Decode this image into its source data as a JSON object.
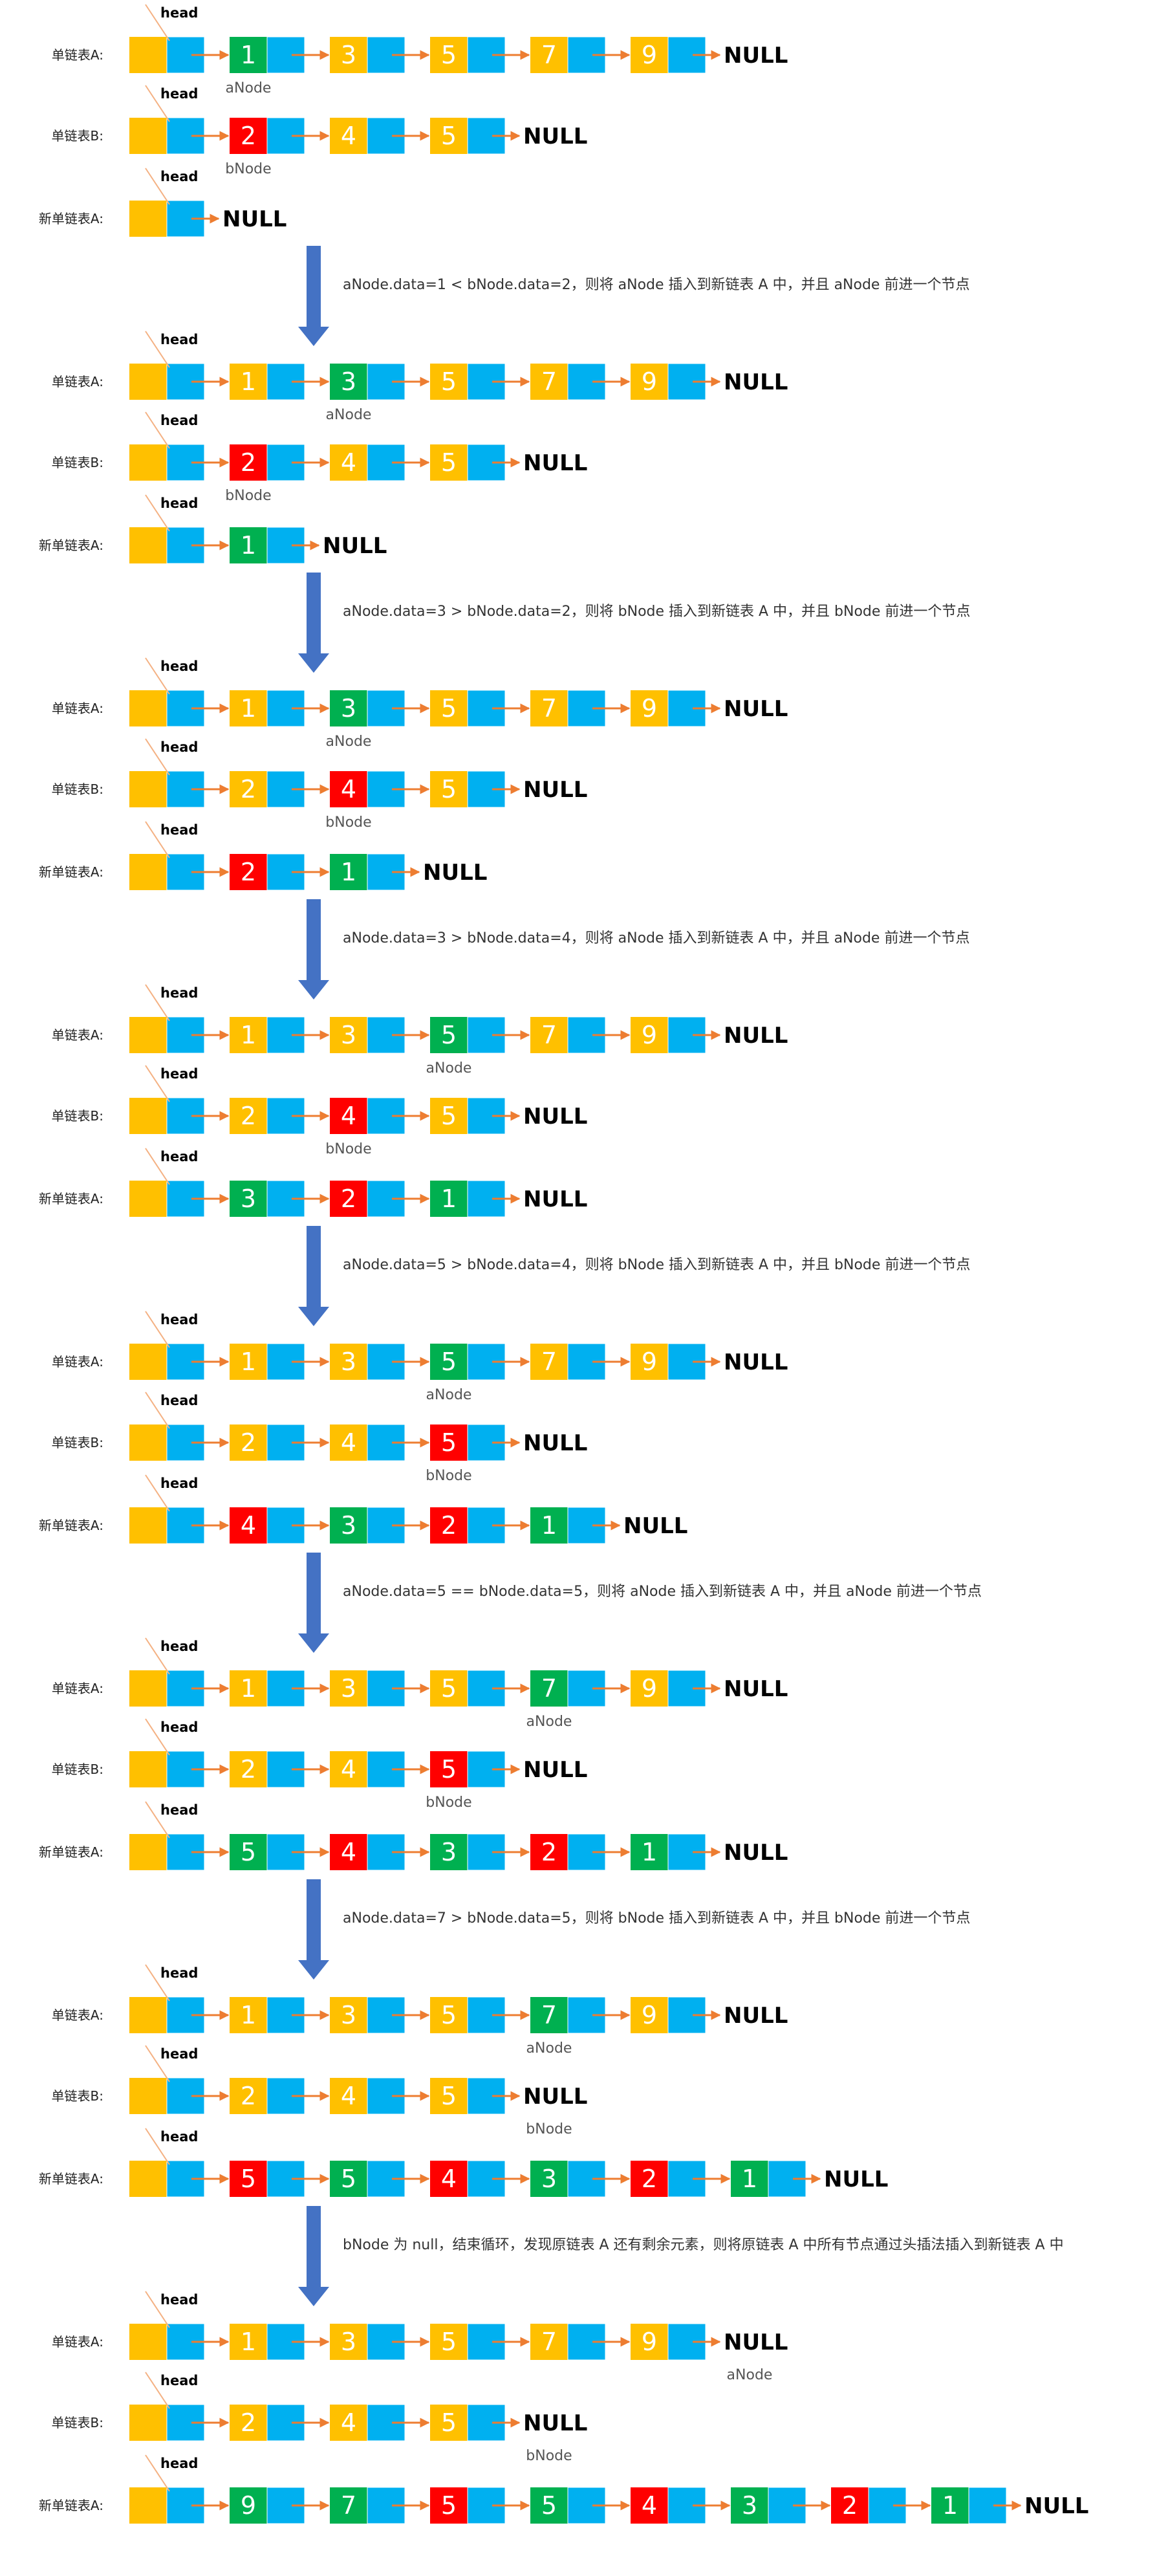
{
  "labels": {
    "list_a": "单链表A:",
    "list_b": "单链表B:",
    "new_list": "新单链表A:",
    "head": "head",
    "null": "NULL",
    "a_node": "aNode",
    "b_node": "bNode"
  },
  "colors": {
    "data_default": "#ffc000",
    "data_current": "#00b050",
    "data_b_current": "#ff0000",
    "next_field": "#00b0f0",
    "arrow": "#ed7d31",
    "head_pointer": "#f4b183",
    "step_arrow": "#4472c4"
  },
  "steps": [
    {
      "list_a": [
        1,
        3,
        5,
        7,
        9
      ],
      "a_pointer_index": 0,
      "list_b": [
        2,
        4,
        5
      ],
      "b_pointer_index": 0,
      "new_list": []
    },
    {
      "caption": "aNode.data=1 < bNode.data=2，则将 aNode 插入到新链表 A 中，并且 aNode 前进一个节点",
      "list_a": [
        1,
        3,
        5,
        7,
        9
      ],
      "a_pointer_index": 1,
      "list_b": [
        2,
        4,
        5
      ],
      "b_pointer_index": 0,
      "new_list": [
        1
      ]
    },
    {
      "caption": "aNode.data=3 > bNode.data=2，则将 bNode 插入到新链表 A 中，并且 bNode 前进一个节点",
      "list_a": [
        1,
        3,
        5,
        7,
        9
      ],
      "a_pointer_index": 1,
      "list_b": [
        2,
        4,
        5
      ],
      "b_pointer_index": 1,
      "new_list": [
        2,
        1
      ]
    },
    {
      "caption": "aNode.data=3 > bNode.data=4，则将 aNode 插入到新链表 A 中，并且 aNode 前进一个节点",
      "list_a": [
        1,
        3,
        5,
        7,
        9
      ],
      "a_pointer_index": 2,
      "list_b": [
        2,
        4,
        5
      ],
      "b_pointer_index": 1,
      "new_list": [
        3,
        2,
        1
      ]
    },
    {
      "caption": "aNode.data=5 > bNode.data=4，则将 bNode 插入到新链表 A 中，并且 bNode 前进一个节点",
      "list_a": [
        1,
        3,
        5,
        7,
        9
      ],
      "a_pointer_index": 2,
      "list_b": [
        2,
        4,
        5
      ],
      "b_pointer_index": 2,
      "new_list": [
        4,
        3,
        2,
        1
      ]
    },
    {
      "caption": "aNode.data=5 == bNode.data=5，则将 aNode 插入到新链表 A 中，并且 aNode 前进一个节点",
      "list_a": [
        1,
        3,
        5,
        7,
        9
      ],
      "a_pointer_index": 3,
      "list_b": [
        2,
        4,
        5
      ],
      "b_pointer_index": 2,
      "new_list": [
        5,
        4,
        3,
        2,
        1
      ]
    },
    {
      "caption": "aNode.data=7 > bNode.data=5，则将 bNode 插入到新链表 A 中，并且 bNode 前进一个节点",
      "list_a": [
        1,
        3,
        5,
        7,
        9
      ],
      "a_pointer_index": 3,
      "list_b": [
        2,
        4,
        5
      ],
      "b_pointer_index": 3,
      "new_list": [
        5,
        5,
        4,
        3,
        2,
        1
      ]
    },
    {
      "caption": "bNode 为 null，结束循环，发现原链表 A 还有剩余元素，则将原链表 A 中所有节点通过头插法插入到新链表 A 中",
      "list_a": [
        1,
        3,
        5,
        7,
        9
      ],
      "a_pointer_index": 5,
      "list_b": [
        2,
        4,
        5
      ],
      "b_pointer_index": 3,
      "new_list": [
        9,
        7,
        5,
        5,
        4,
        3,
        2,
        1
      ]
    }
  ]
}
